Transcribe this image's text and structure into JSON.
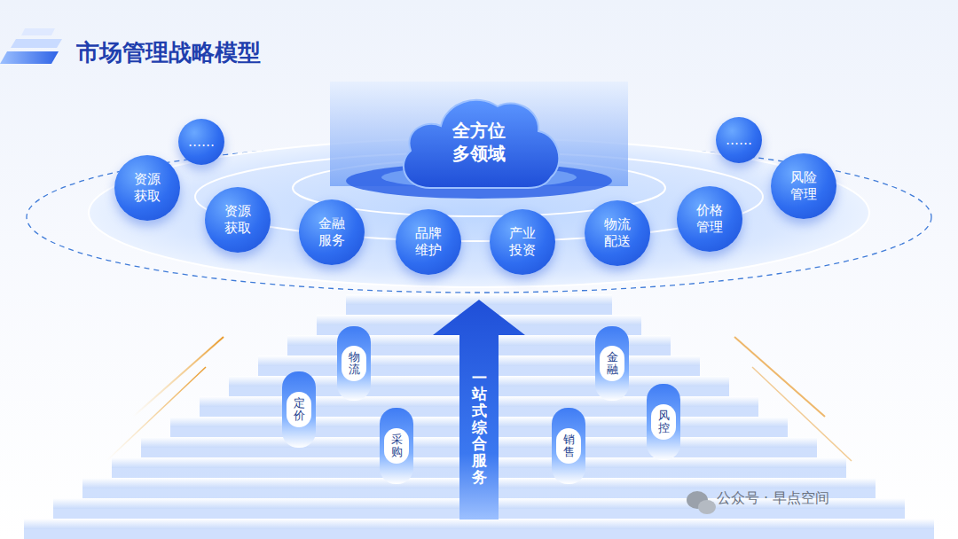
{
  "diagram": {
    "title": "市场管理战略模型",
    "nodes": [
      {
        "text": [
          "全方位 多领域"
        ]
      },
      {
        "text": [
          "……"
        ]
      },
      {
        "text": [
          "资源 获取"
        ]
      },
      {
        "text": [
          "资源 获取"
        ]
      },
      {
        "text": [
          "金融 服务"
        ]
      },
      {
        "text": [
          "品牌 维护"
        ]
      },
      {
        "text": [
          "产业 投资"
        ]
      },
      {
        "text": [
          "物流 配送"
        ]
      },
      {
        "text": [
          "价格 管理"
        ]
      },
      {
        "text": [
          "风险 管理"
        ]
      },
      {
        "text": [
          "……"
        ]
      },
      {
        "text": [
          "定价"
        ]
      },
      {
        "text": [
          "物流"
        ]
      },
      {
        "text": [
          "采购"
        ]
      },
      {
        "text": [
          "一站式综合服务"
        ]
      },
      {
        "text": [
          "销售"
        ]
      },
      {
        "text": [
          "金融"
        ]
      },
      {
        "text": [
          "风控"
        ]
      }
    ],
    "labels": [
      "公众号 · 早点空间"
    ]
  }
}
